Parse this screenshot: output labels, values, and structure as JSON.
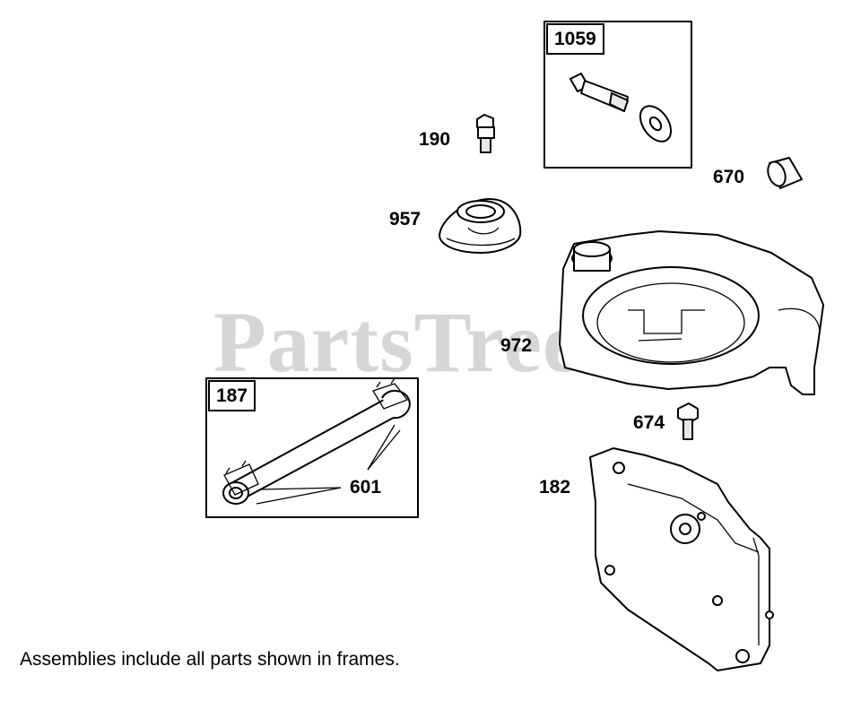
{
  "watermark": "PartsTree",
  "frames": {
    "frame_1059": "1059",
    "frame_187": "187"
  },
  "callouts": {
    "p190": "190",
    "p670": "670",
    "p957": "957",
    "p972": "972",
    "p674": "674",
    "p182": "182",
    "p601": "601"
  },
  "footnote": "Assemblies include all parts shown in frames."
}
